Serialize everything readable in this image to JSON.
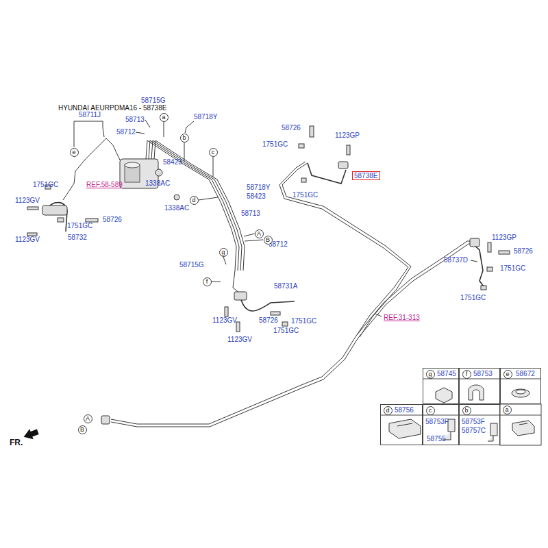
{
  "diagram": {
    "title": "HYUNDAI AEURPDMA16 - 58738E",
    "nodes": [
      {
        "text": [
          "58738E"
        ]
      },
      {
        "text": [
          "a"
        ]
      },
      {
        "text": [
          "b"
        ]
      },
      {
        "text": [
          "c"
        ]
      },
      {
        "text": [
          "d"
        ]
      },
      {
        "text": [
          "e"
        ]
      },
      {
        "text": [
          "A"
        ]
      },
      {
        "text": [
          "B"
        ]
      },
      {
        "text": [
          "g"
        ]
      },
      {
        "text": [
          "f"
        ]
      },
      {
        "text": [
          "A"
        ]
      },
      {
        "text": [
          "B"
        ]
      },
      {
        "text": [
          "58745"
        ]
      },
      {
        "text": [
          "g"
        ],
        "in": 12
      },
      {
        "text": [
          "58753"
        ]
      },
      {
        "text": [
          "f"
        ],
        "in": 14
      },
      {
        "text": [
          "58672"
        ]
      },
      {
        "text": [
          "e"
        ],
        "in": 16
      },
      {
        "text": [
          "58756"
        ]
      },
      {
        "text": [
          "d"
        ],
        "in": 18
      },
      {
        "text": [
          "58753F",
          "58755"
        ]
      },
      {
        "text": [
          "c"
        ],
        "in": 20
      },
      {
        "text": [
          "58753F",
          "58757C"
        ]
      },
      {
        "text": [
          "b"
        ],
        "in": 22
      },
      {
        "text": [
          "a"
        ]
      }
    ],
    "labels": [
      "58715G",
      "58711J",
      "58713",
      "58712",
      "58718Y",
      "58423",
      "REF.58-589",
      "1338AC",
      "1751GC",
      "1123GV",
      "1751GC",
      "58726",
      "1123GV",
      "58732",
      "1338AC",
      "58718Y",
      "58423",
      "58713",
      "58712",
      "58715G",
      "58731A",
      "1123GV",
      "58726",
      "1751GC",
      "1751GC",
      "1123GV",
      "58726",
      "1751GC",
      "1123GP",
      "1751GC",
      "REF.31-313",
      "1123GP",
      "58726",
      "58737D",
      "1751GC",
      "1751GC",
      "FR."
    ]
  }
}
